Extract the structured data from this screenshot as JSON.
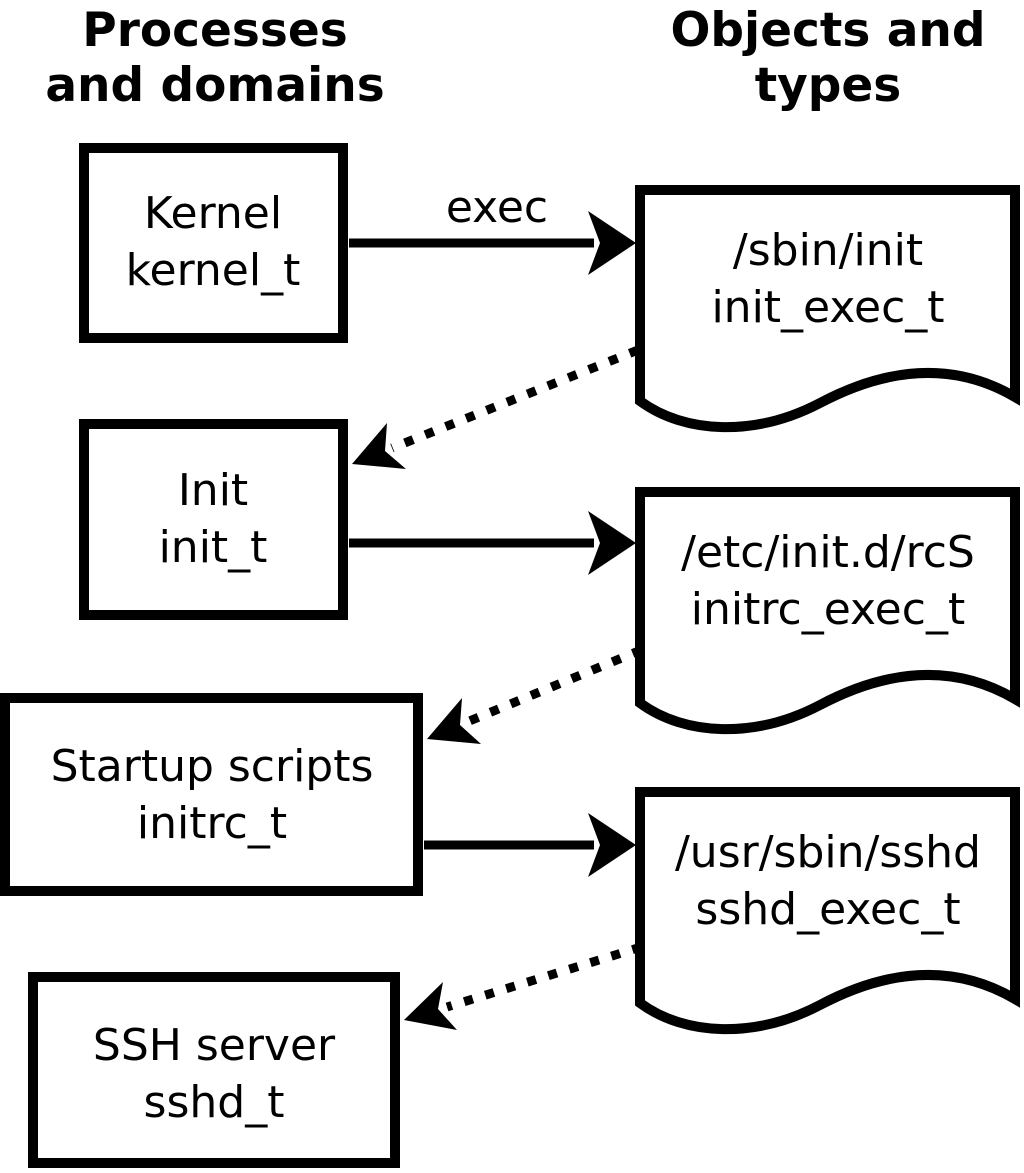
{
  "title_columns": {
    "left": {
      "line1": "Processes",
      "line2": "and domains"
    },
    "right": {
      "line1": "Objects and",
      "line2": "types"
    }
  },
  "nodes": {
    "processes": [
      {
        "label": "Kernel",
        "domain": "kernel_t"
      },
      {
        "label": "Init",
        "domain": "init_t"
      },
      {
        "label": "Startup scripts",
        "domain": "initrc_t"
      },
      {
        "label": "SSH server",
        "domain": "sshd_t"
      }
    ],
    "objects": [
      {
        "path": "/sbin/init",
        "type": "init_exec_t"
      },
      {
        "path": "/etc/init.d/rcS",
        "type": "initrc_exec_t"
      },
      {
        "path": "/usr/sbin/sshd",
        "type": "sshd_exec_t"
      }
    ]
  },
  "edges": {
    "exec_label": "exec"
  },
  "colors": {
    "ink": "#000000",
    "background": "#ffffff"
  }
}
